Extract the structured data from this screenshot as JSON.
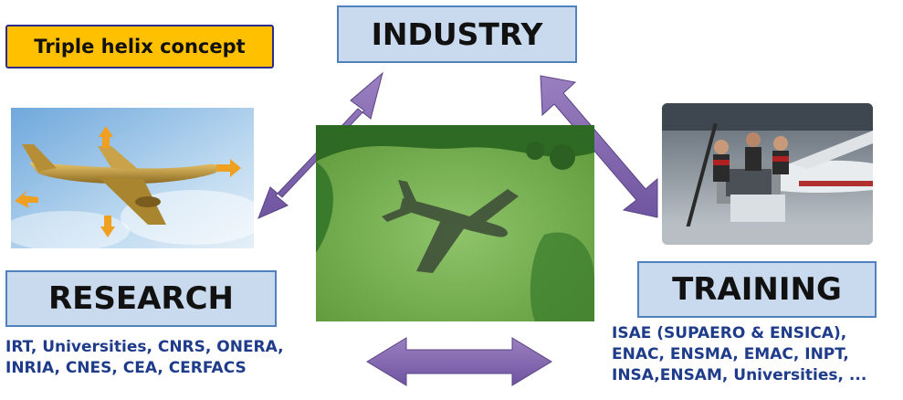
{
  "concept_label": "Triple helix concept",
  "nodes": {
    "industry": {
      "label": "INDUSTRY"
    },
    "research": {
      "label": "RESEARCH"
    },
    "training": {
      "label": "TRAINING"
    }
  },
  "research_members": [
    "IRT, Universities, CNRS, ONERA,",
    "INRIA, CNES, CEA, CERFACS"
  ],
  "training_members": [
    "ISAE (SUPAERO & ENSICA),",
    "ENAC, ENSMA, EMAC, INPT,",
    "INSA,ENSAM, Universities, ..."
  ],
  "colors": {
    "concept_fill": "#ffc000",
    "node_fill": "#c9d9ee",
    "node_border": "#4f81bd",
    "arrow_fill": "#8064a2",
    "list_text": "#1f3c8a"
  },
  "images": [
    "aircraft-3d-render",
    "airplane-shadow-over-field",
    "students-working-on-aircraft"
  ]
}
